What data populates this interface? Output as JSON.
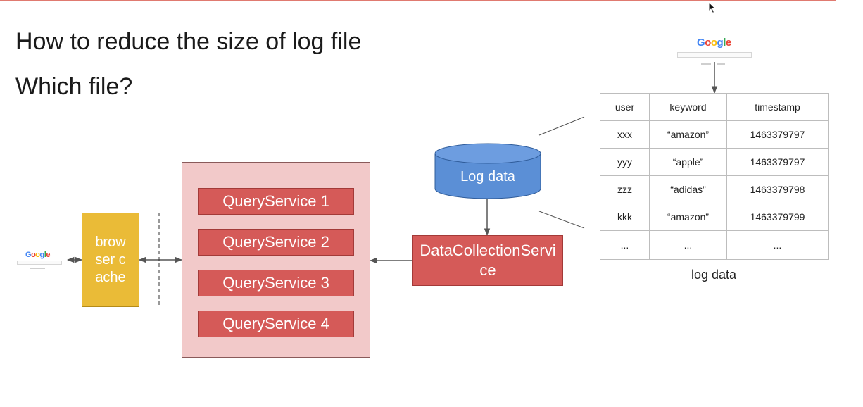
{
  "slide": {
    "heading1": "How to reduce the size of log file",
    "heading2": "Which file?"
  },
  "diagram": {
    "google_logo_letters": [
      "G",
      "o",
      "o",
      "g",
      "l",
      "e"
    ],
    "browser_cache": "browser cache",
    "query_services": [
      "QueryService 1",
      "QueryService 2",
      "QueryService 3",
      "QueryService 4"
    ],
    "log_db_label": "Log data",
    "data_collection_service": "DataCollectionService"
  },
  "log_table": {
    "headers": [
      "user",
      "keyword",
      "timestamp"
    ],
    "rows": [
      [
        "xxx",
        "“amazon”",
        "1463379797"
      ],
      [
        "yyy",
        "“apple”",
        "1463379797"
      ],
      [
        "zzz",
        "“adidas”",
        "1463379798"
      ],
      [
        "kkk",
        "“amazon”",
        "1463379799"
      ],
      [
        "...",
        "...",
        "..."
      ]
    ],
    "caption": "log data"
  },
  "colors": {
    "cache_fill": "#eabb37",
    "service_fill": "#d55a58",
    "group_fill": "#f2c9c9",
    "db_fill": "#5b8fd6",
    "arrow": "#555555"
  },
  "icons": {
    "cursor": "mouse-pointer-icon"
  }
}
